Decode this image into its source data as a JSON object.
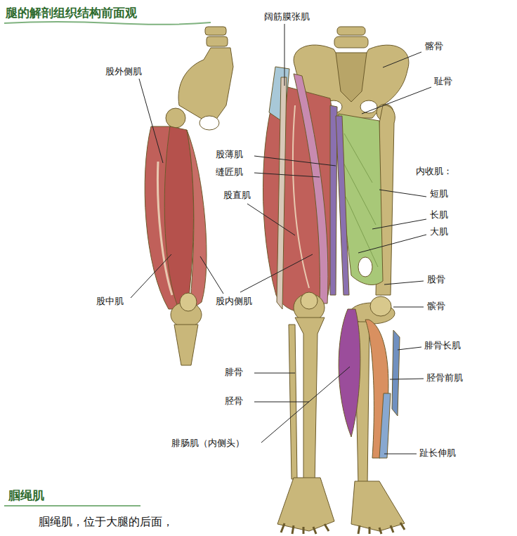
{
  "diagram": {
    "title": "腿的解剖组织结构前面观",
    "labels": [
      "股外侧肌",
      "阔筋膜张肌",
      "髂骨",
      "耻骨",
      "股薄肌",
      "缝匠肌",
      "内收肌：",
      "股直肌",
      "短肌",
      "长肌",
      "大肌",
      "股骨",
      "髌骨",
      "股中肌",
      "股内侧肌",
      "腓骨长肌",
      "腓骨",
      "胫骨前肌",
      "胫骨",
      "腓肠肌（内侧头）",
      "趾长伸肌",
      "腘绳肌",
      "腘绳肌，位于大腿的后面，"
    ]
  }
}
